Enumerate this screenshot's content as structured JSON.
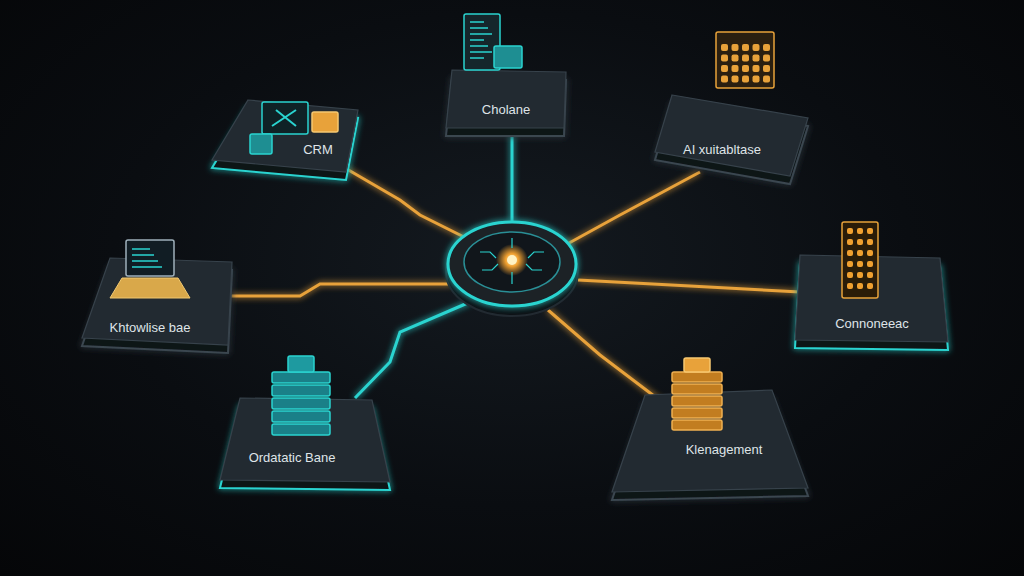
{
  "diagram": {
    "nodes": [
      {
        "text": [
          "CRM"
        ]
      },
      {
        "text": [
          "Cholane"
        ]
      },
      {
        "text": [
          "AI xuitabltase"
        ]
      },
      {
        "text": [
          "Khtowlise bae"
        ]
      },
      {
        "text": [
          "Connoneeac"
        ]
      },
      {
        "text": [
          "Ordatatic Bane"
        ]
      },
      {
        "text": [
          "Klenagement"
        ]
      }
    ]
  }
}
